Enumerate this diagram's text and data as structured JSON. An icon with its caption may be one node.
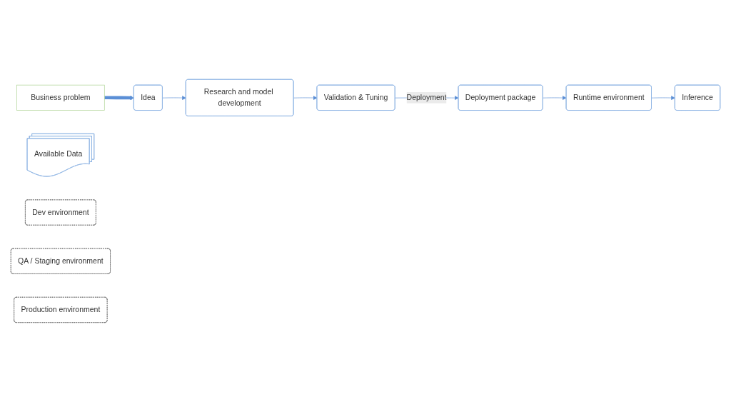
{
  "diagram": {
    "nodes": [
      {
        "text": [
          "Business problem"
        ]
      },
      {
        "text": [
          "Idea"
        ]
      },
      {
        "text": [
          "Research and model development"
        ]
      },
      {
        "text": [
          "Available Data"
        ]
      },
      {
        "text": [
          "Validation & Tuning"
        ]
      },
      {
        "text": [
          "Deployment package"
        ]
      },
      {
        "text": [
          "Runtime environment"
        ]
      },
      {
        "text": [
          "Inference"
        ]
      },
      {
        "text": [
          "Dev environment"
        ]
      },
      {
        "text": [
          "QA / Staging environment"
        ]
      },
      {
        "text": [
          "Production environment"
        ]
      }
    ],
    "edges": [
      {
        "from": 0,
        "to": 1,
        "arrow": "to",
        "style": "thick"
      },
      {
        "from": 1,
        "to": 2,
        "arrow": "to"
      },
      {
        "from": 2,
        "to": 4,
        "arrow": "to"
      },
      {
        "from": 4,
        "to": 5,
        "label": "Deployment",
        "arrow": "to"
      },
      {
        "from": 5,
        "to": 6,
        "arrow": "to"
      },
      {
        "from": 6,
        "to": 7,
        "arrow": "to"
      }
    ]
  }
}
